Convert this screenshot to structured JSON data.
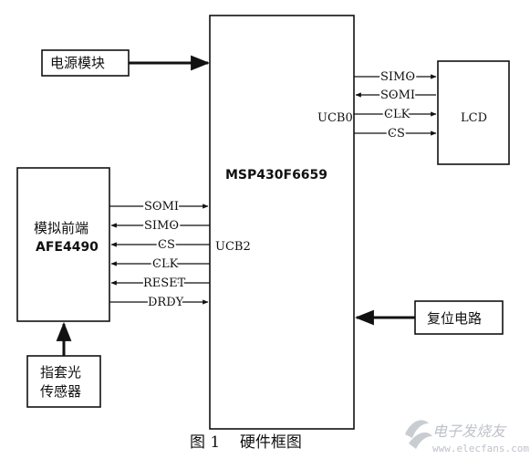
{
  "mcu": {
    "name": "MSP430F6659",
    "port_right": "UCB0",
    "port_left": "UCB2"
  },
  "power": {
    "label": "电源模块"
  },
  "lcd": {
    "label": "LCD"
  },
  "afe": {
    "line1": "模拟前端",
    "line2": "AFE4490"
  },
  "sensor": {
    "line1": "指套光",
    "line2": "传感器"
  },
  "reset": {
    "label": "复位电路"
  },
  "lcd_signals": [
    "SIMO",
    "SOMI",
    "CLK",
    "CS"
  ],
  "afe_signals": [
    "SOMI",
    "SIMO",
    "CS",
    "CLK",
    "RESET",
    "DRDY"
  ],
  "caption": "图 1    硬件框图",
  "watermark": {
    "text": "电子发烧友",
    "url": "www.elecfans.com"
  },
  "colors": {
    "line": "#111111",
    "watermark": "#b8bcc4"
  }
}
